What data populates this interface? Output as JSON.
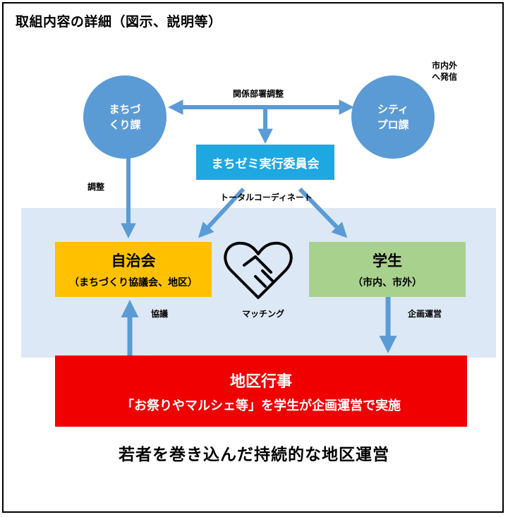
{
  "title": "取組内容の詳細（図示、説明等）",
  "nodes": {
    "machizukuri": "まちづ\nくり課",
    "citypro": "シティ\nプロ課",
    "committee": "まちゼミ実行委員会",
    "jichikai": {
      "name": "自治会",
      "detail": "（まちづくり協議会、地区）"
    },
    "gakusei": {
      "name": "学生",
      "detail": "（市内、市外）"
    },
    "event": {
      "name": "地区行事",
      "detail": "「お祭りやマルシェ等」を学生が企画運営で実施"
    }
  },
  "labels": {
    "kankei": "関係部署調整",
    "shinai": "市内外\nへ発信",
    "chousei": "調整",
    "total": "トータルコーディネート",
    "kyougi": "協議",
    "matching": "マッチング",
    "kikaku": "企画運営"
  },
  "footer": "若者を巻き込んだ持続的な地区運営",
  "colors": {
    "circle": "#5b9bd5",
    "committee": "#1ea7e1",
    "jichikai": "#ffc000",
    "gakusei": "#a9d18e",
    "event": "#f00000",
    "band": "#dce8f5",
    "arrow": "#5b9bd5"
  },
  "icons": [
    "handshake-heart-icon"
  ]
}
